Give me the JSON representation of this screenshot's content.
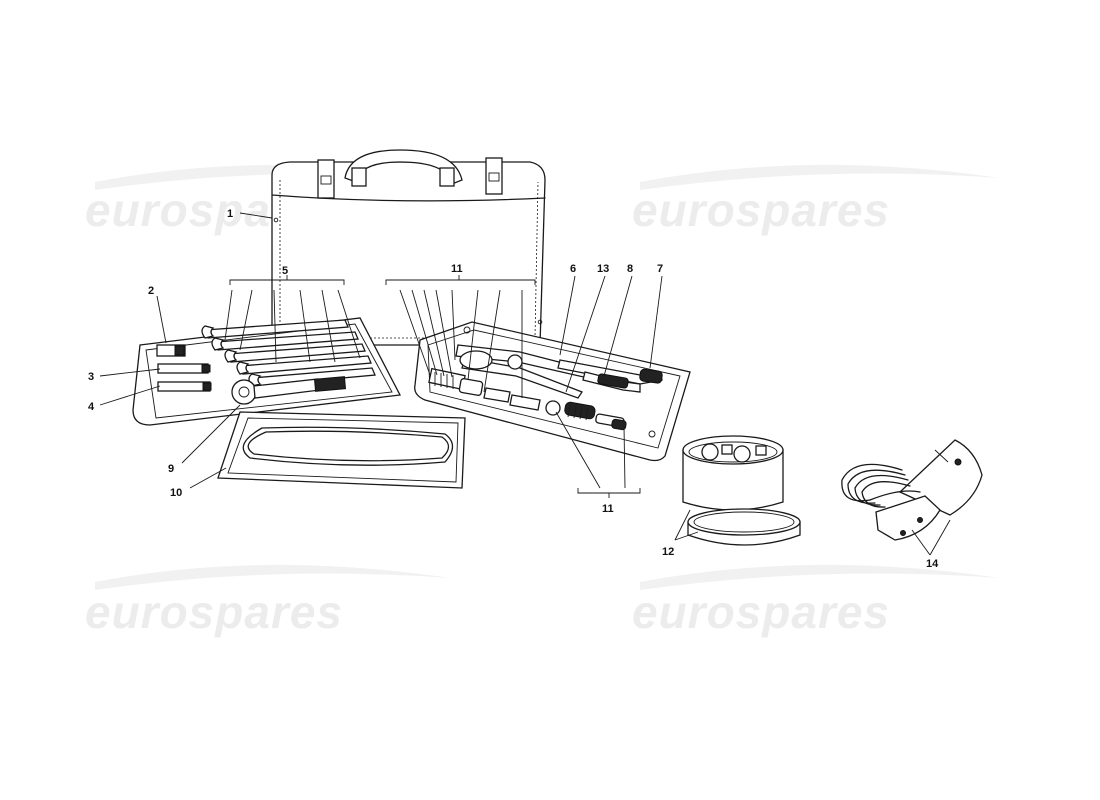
{
  "watermark": {
    "text": "eurospares",
    "color": "#ececec"
  },
  "callouts": [
    {
      "id": "1"
    },
    {
      "id": "2"
    },
    {
      "id": "3"
    },
    {
      "id": "4"
    },
    {
      "id": "5"
    },
    {
      "id": "6"
    },
    {
      "id": "7"
    },
    {
      "id": "8"
    },
    {
      "id": "9"
    },
    {
      "id": "10"
    },
    {
      "id": "11"
    },
    {
      "id": "11"
    },
    {
      "id": "12"
    },
    {
      "id": "13"
    },
    {
      "id": "14"
    }
  ]
}
